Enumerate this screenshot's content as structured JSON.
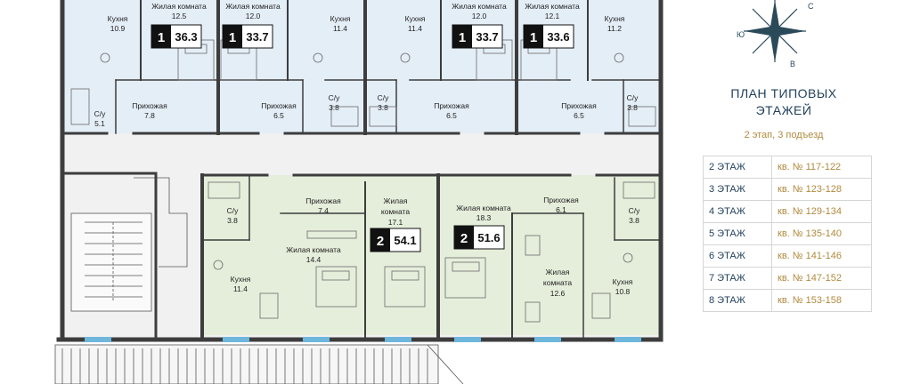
{
  "rooms": {
    "top_kitchen_1": "Кухня",
    "top_kitchen_1_area": "10.9",
    "top_living_1": "Жилая комната",
    "top_living_1_area": "12.5",
    "top_living_2": "Жилая комната",
    "top_living_2_area": "12.0",
    "top_kitchen_2": "Кухня",
    "top_kitchen_2_area": "11.4",
    "top_kitchen_3": "Кухня",
    "top_kitchen_3_area": "11.4",
    "top_living_3": "Жилая комната",
    "top_living_3_area": "12.0",
    "top_living_4": "Жилая комната",
    "top_living_4_area": "12.1",
    "top_kitchen_4": "Кухня",
    "top_kitchen_4_area": "11.2",
    "top_bath_1": "С/у",
    "top_bath_1_area": "5.1",
    "top_hall_1": "Прихожая",
    "top_hall_1_area": "7.8",
    "top_hall_2": "Прихожая",
    "top_hall_2_area": "6.5",
    "top_bath_2": "С/у",
    "top_bath_2_area": "3.8",
    "top_bath_3": "С/у",
    "top_bath_3_area": "3.8",
    "top_hall_3": "Прихожая",
    "top_hall_3_area": "6.5",
    "top_hall_4": "Прихожая",
    "top_hall_4_area": "6.5",
    "top_bath_4": "С/у",
    "top_bath_4_area": "3.8",
    "bot_bath_1": "С/у",
    "bot_bath_1_area": "3.8",
    "bot_hall_1": "Прихожая",
    "bot_hall_1_area": "7.4",
    "bot_living_1a": "Жилая",
    "bot_living_1b": "комната",
    "bot_living_1_area": "17.1",
    "bot_living_2": "Жилая комната",
    "bot_living_2_area": "18.3",
    "bot_hall_2": "Прихожая",
    "bot_hall_2_area": "6.1",
    "bot_bath_2": "С/у",
    "bot_bath_2_area": "3.8",
    "bot_living_3": "Жилая комната",
    "bot_living_3_area": "14.4",
    "bot_kitchen_1": "Кухня",
    "bot_kitchen_1_area": "11.4",
    "bot_living_4a": "Жилая",
    "bot_living_4b": "комната",
    "bot_living_4_area": "12.6",
    "bot_kitchen_2": "Кухня",
    "bot_kitchen_2_area": "10.8"
  },
  "badges": [
    {
      "rooms": "1",
      "area": "36.3"
    },
    {
      "rooms": "1",
      "area": "33.7"
    },
    {
      "rooms": "1",
      "area": "33.7"
    },
    {
      "rooms": "1",
      "area": "33.6"
    },
    {
      "rooms": "2",
      "area": "54.1"
    },
    {
      "rooms": "2",
      "area": "51.6"
    }
  ],
  "compass": {
    "letters": [
      "С",
      "Ю",
      "В"
    ]
  },
  "legend": {
    "title_line1": "ПЛАН ТИПОВЫХ",
    "title_line2": "ЭТАЖЕЙ",
    "subtitle": "2 этап, 3 подъезд",
    "floors": [
      {
        "floor": "2 ЭТАЖ",
        "apartments": "кв. № 117-122"
      },
      {
        "floor": "3 ЭТАЖ",
        "apartments": "кв. № 123-128"
      },
      {
        "floor": "4 ЭТАЖ",
        "apartments": "кв. № 129-134"
      },
      {
        "floor": "5 ЭТАЖ",
        "apartments": "кв. № 135-140"
      },
      {
        "floor": "6 ЭТАЖ",
        "apartments": "кв. № 141-146"
      },
      {
        "floor": "7 ЭТАЖ",
        "apartments": "кв. № 147-152"
      },
      {
        "floor": "8 ЭТАЖ",
        "apartments": "кв. № 153-158"
      }
    ]
  },
  "colors": {
    "apartment_1room": "#e4eef7",
    "apartment_2room": "#e5eedb",
    "corridor": "#f0f0f0",
    "wall": "#3d3d3d",
    "window": "#6fb6dc",
    "accent": "#b08a3e",
    "title": "#1f3e5a"
  }
}
